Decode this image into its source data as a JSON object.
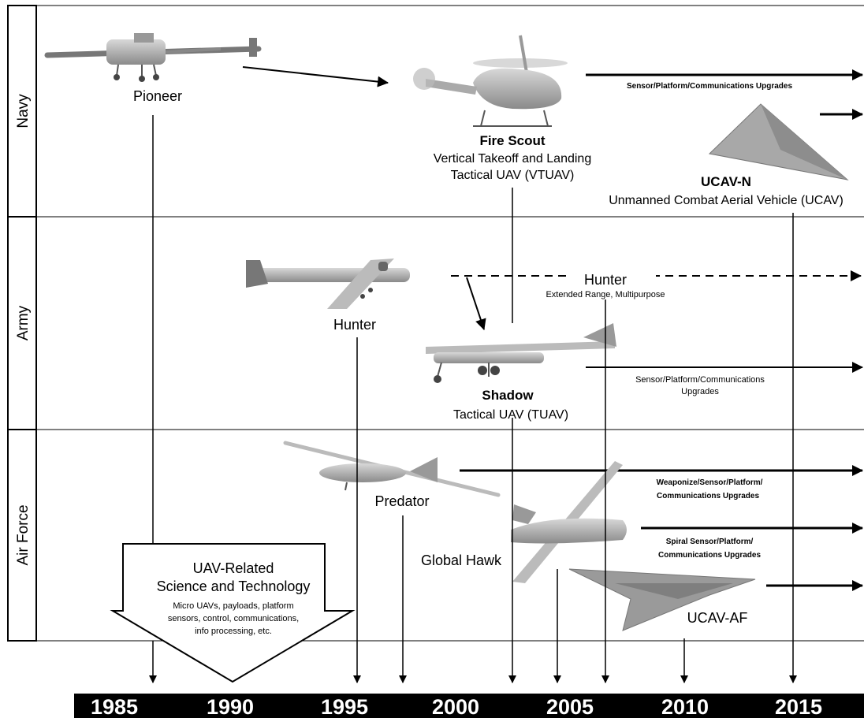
{
  "lanes": [
    "Navy",
    "Army",
    "Air Force"
  ],
  "timeline": [
    "1985",
    "1990",
    "1995",
    "2000",
    "2005",
    "2010",
    "2015"
  ],
  "navy": {
    "pioneer": "Pioneer",
    "fire_scout": {
      "name": "Fire Scout",
      "line1": "Vertical Takeoff and Landing",
      "line2": "Tactical UAV (VTUAV)"
    },
    "upgrade": "Sensor/Platform/Communications Upgrades",
    "ucav_n": {
      "name": "UCAV-N",
      "desc": "Unmanned Combat Aerial Vehicle (UCAV)"
    }
  },
  "army": {
    "hunter": "Hunter",
    "hunter_er": {
      "name": "Hunter",
      "desc": "Extended Range, Multipurpose"
    },
    "shadow": {
      "name": "Shadow",
      "desc": "Tactical UAV (TUAV)"
    },
    "upgrade": {
      "line1": "Sensor/Platform/Communications",
      "line2": "Upgrades"
    }
  },
  "air_force": {
    "predator": "Predator",
    "predator_upgrade": {
      "line1": "Weaponize/Sensor/Platform/",
      "line2": "Communications Upgrades"
    },
    "global_hawk": "Global Hawk",
    "global_hawk_upgrade": {
      "line1": "Spiral Sensor/Platform/",
      "line2": "Communications Upgrades"
    },
    "ucav_af": "UCAV-AF",
    "science": {
      "title1": "UAV-Related",
      "title2": "Science and Technology",
      "d1": "Micro UAVs, payloads, platform",
      "d2": "sensors, control, communications,",
      "d3": "info processing, etc."
    }
  }
}
